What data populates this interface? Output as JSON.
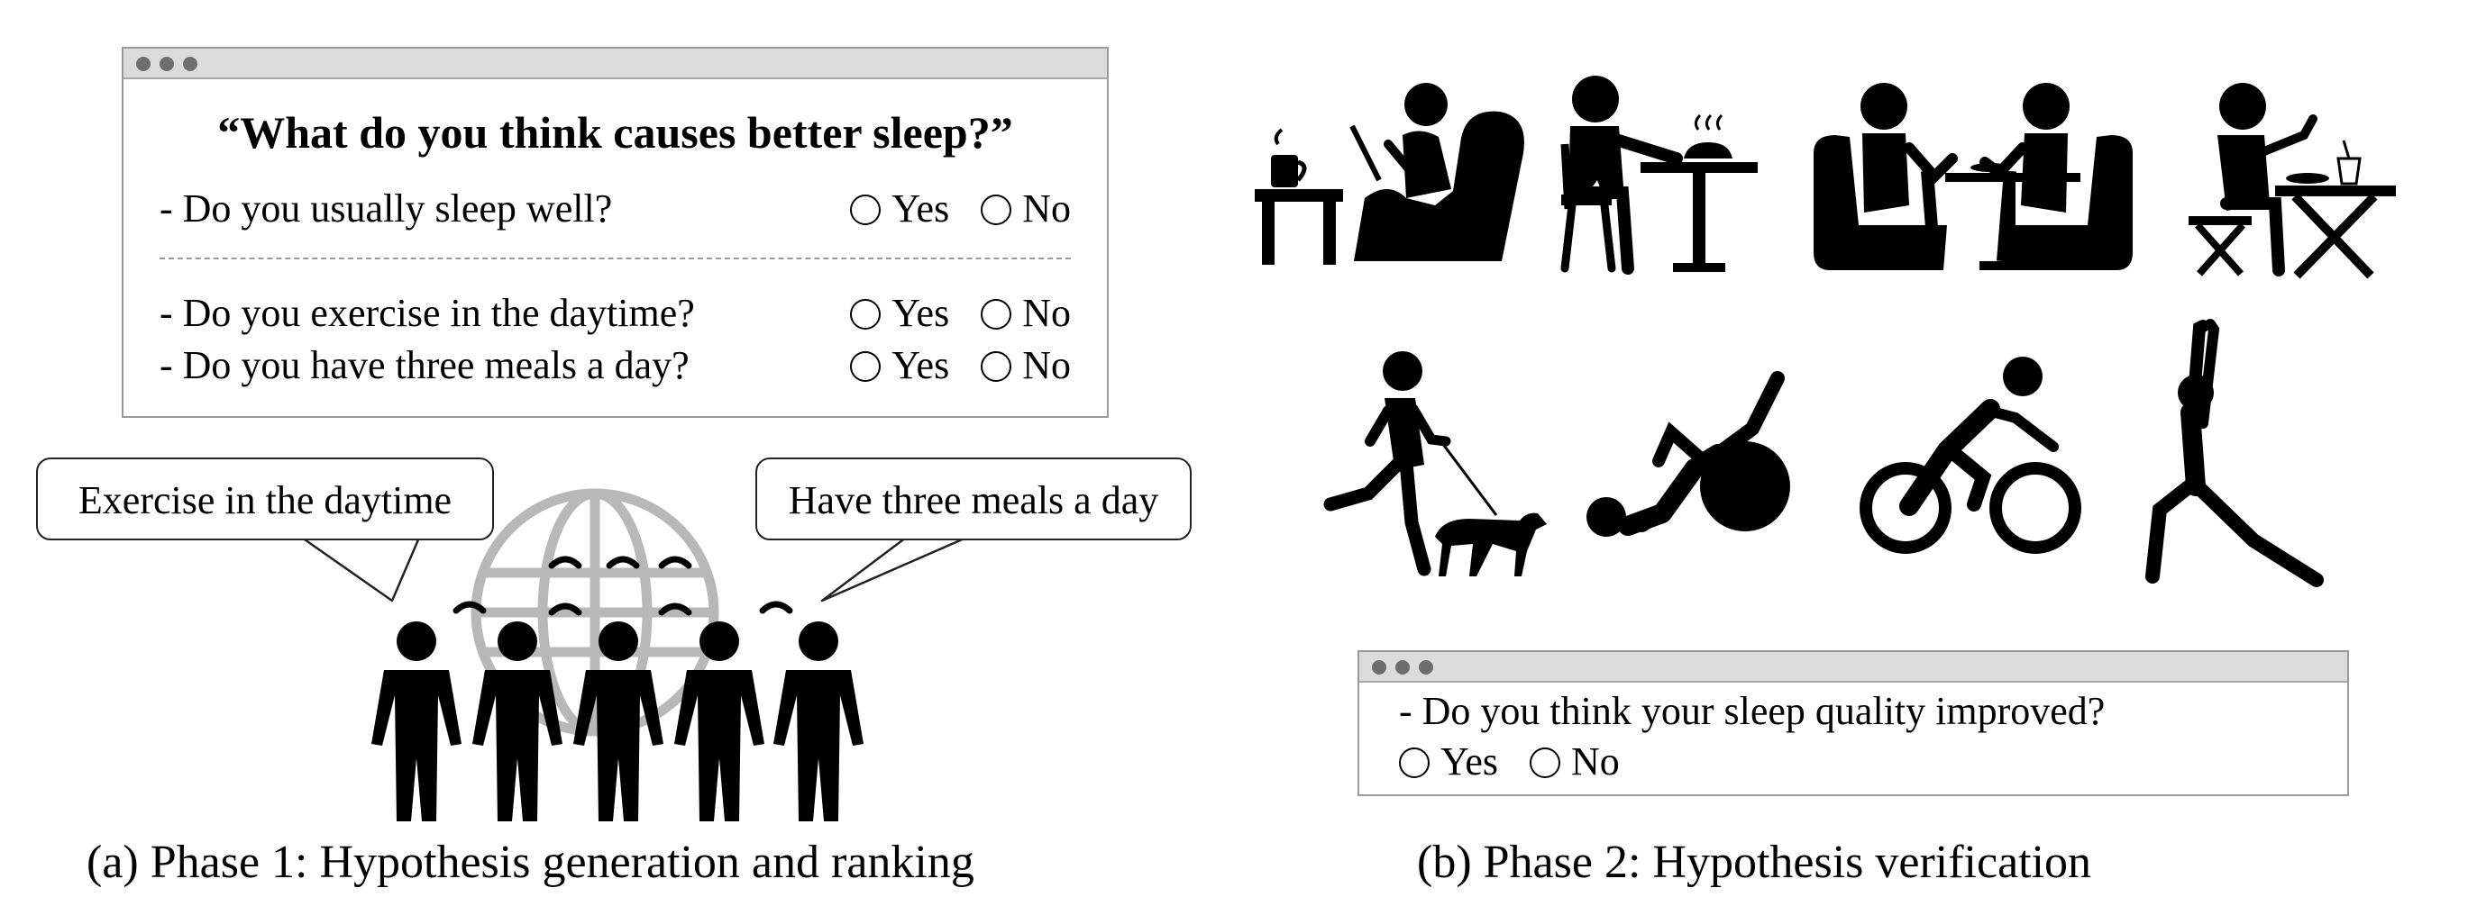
{
  "phase1": {
    "survey": {
      "title": "“What do you think causes better sleep?”",
      "questions": [
        {
          "text": "- Do you usually sleep well?",
          "options": [
            "Yes",
            "No"
          ]
        },
        {
          "text": "- Do you exercise in the daytime?",
          "options": [
            "Yes",
            "No"
          ]
        },
        {
          "text": "- Do you have three meals a day?",
          "options": [
            "Yes",
            "No"
          ]
        }
      ]
    },
    "bubbles": {
      "left": "Exercise in the daytime",
      "right": "Have three meals a day"
    },
    "caption": "(a) Phase 1: Hypothesis generation and ranking"
  },
  "phase2": {
    "activity_icons": [
      "reading-armchair-icon",
      "dining-alone-icon",
      "dining-together-icon",
      "eating-stool-icon",
      "dog-walking-icon",
      "exercise-ball-icon",
      "cycling-icon",
      "yoga-icon"
    ],
    "survey": {
      "question": "- Do you think your sleep quality improved?",
      "options": [
        "Yes",
        "No"
      ]
    },
    "caption": "(b) Phase 2: Hypothesis verification"
  }
}
